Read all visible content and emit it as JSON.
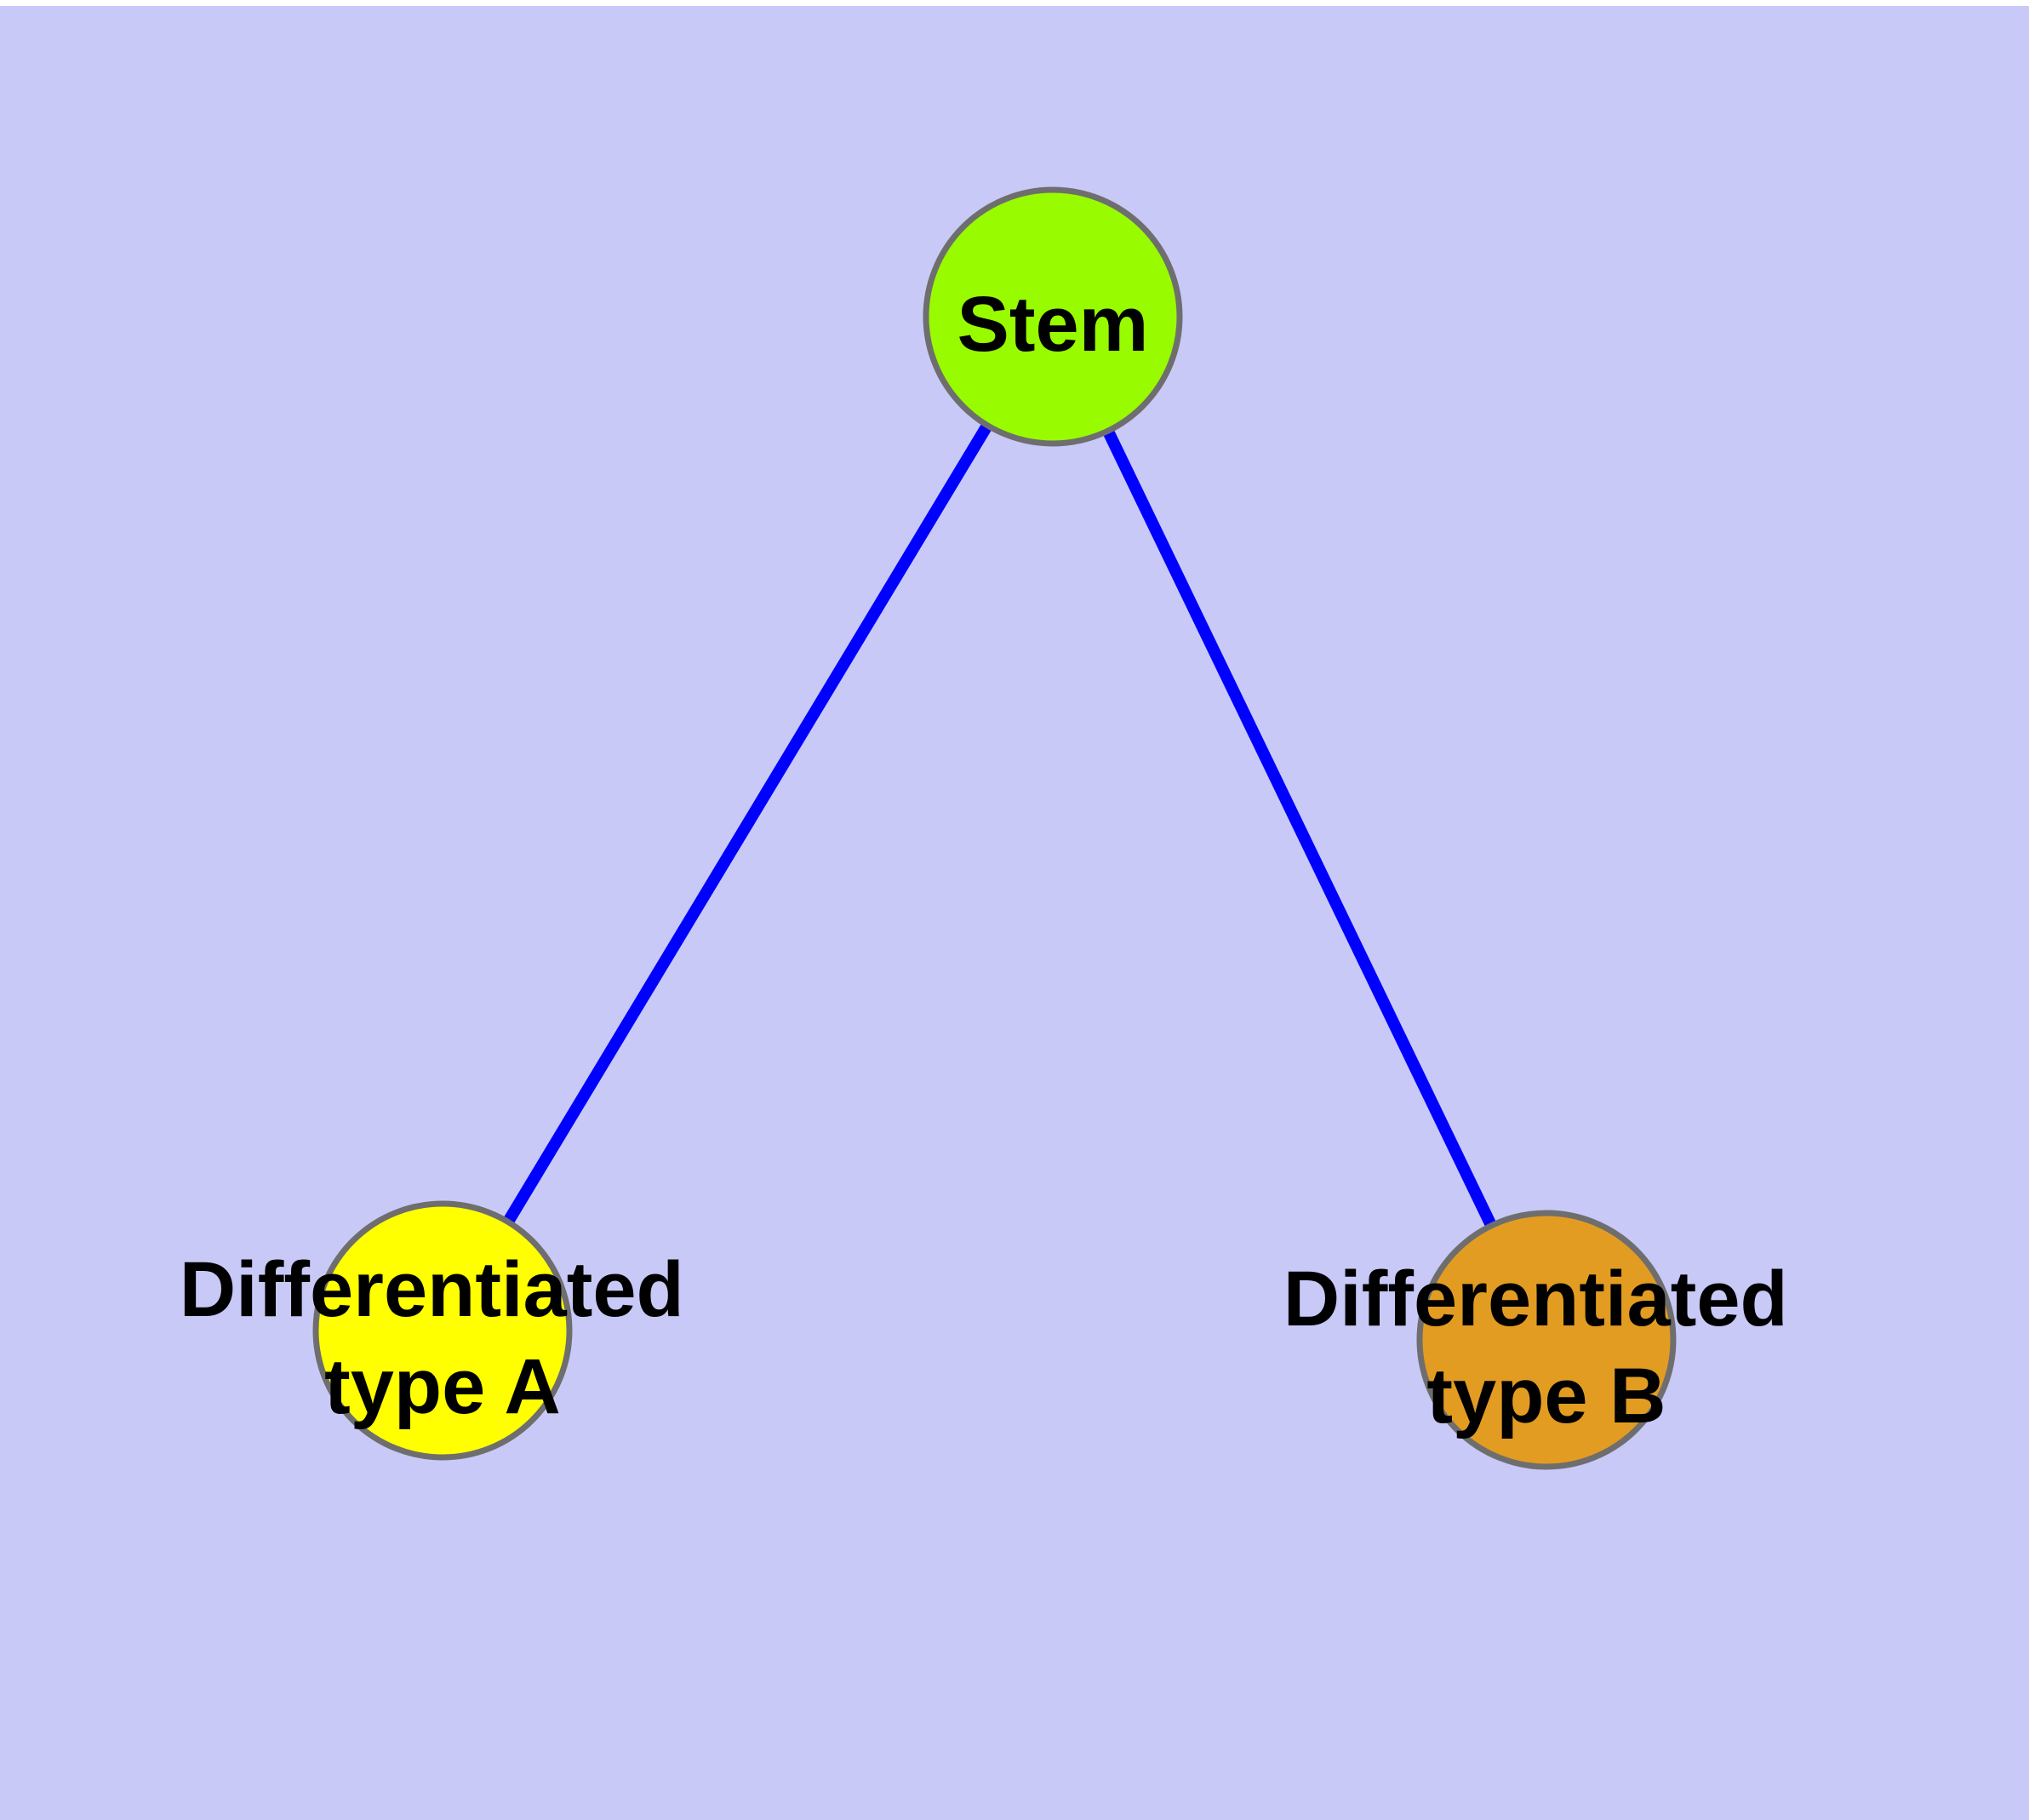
{
  "figure": {
    "type": "node-link-graph-plot",
    "background_color": "#C9C9F8",
    "margin_color": "#FFFFFF",
    "edge_color": "#0000FF",
    "node_border_color": "#6E6E6E",
    "label_color": "#000000"
  },
  "graph": {
    "nodes": [
      {
        "id": "stem",
        "label": "Stem",
        "label_lines": [
          "Stem"
        ],
        "fill": "#98FB00"
      },
      {
        "id": "type_a",
        "label": "Differentiated type A",
        "label_lines": [
          "Differentiated",
          "type A"
        ],
        "fill": "#FFFF00"
      },
      {
        "id": "type_b",
        "label": "Differentiated type B",
        "label_lines": [
          "Differentiated",
          "type B"
        ],
        "fill": "#E39C22"
      }
    ],
    "edges": [
      {
        "from": "stem",
        "to": "type_a"
      },
      {
        "from": "stem",
        "to": "type_b"
      }
    ]
  }
}
